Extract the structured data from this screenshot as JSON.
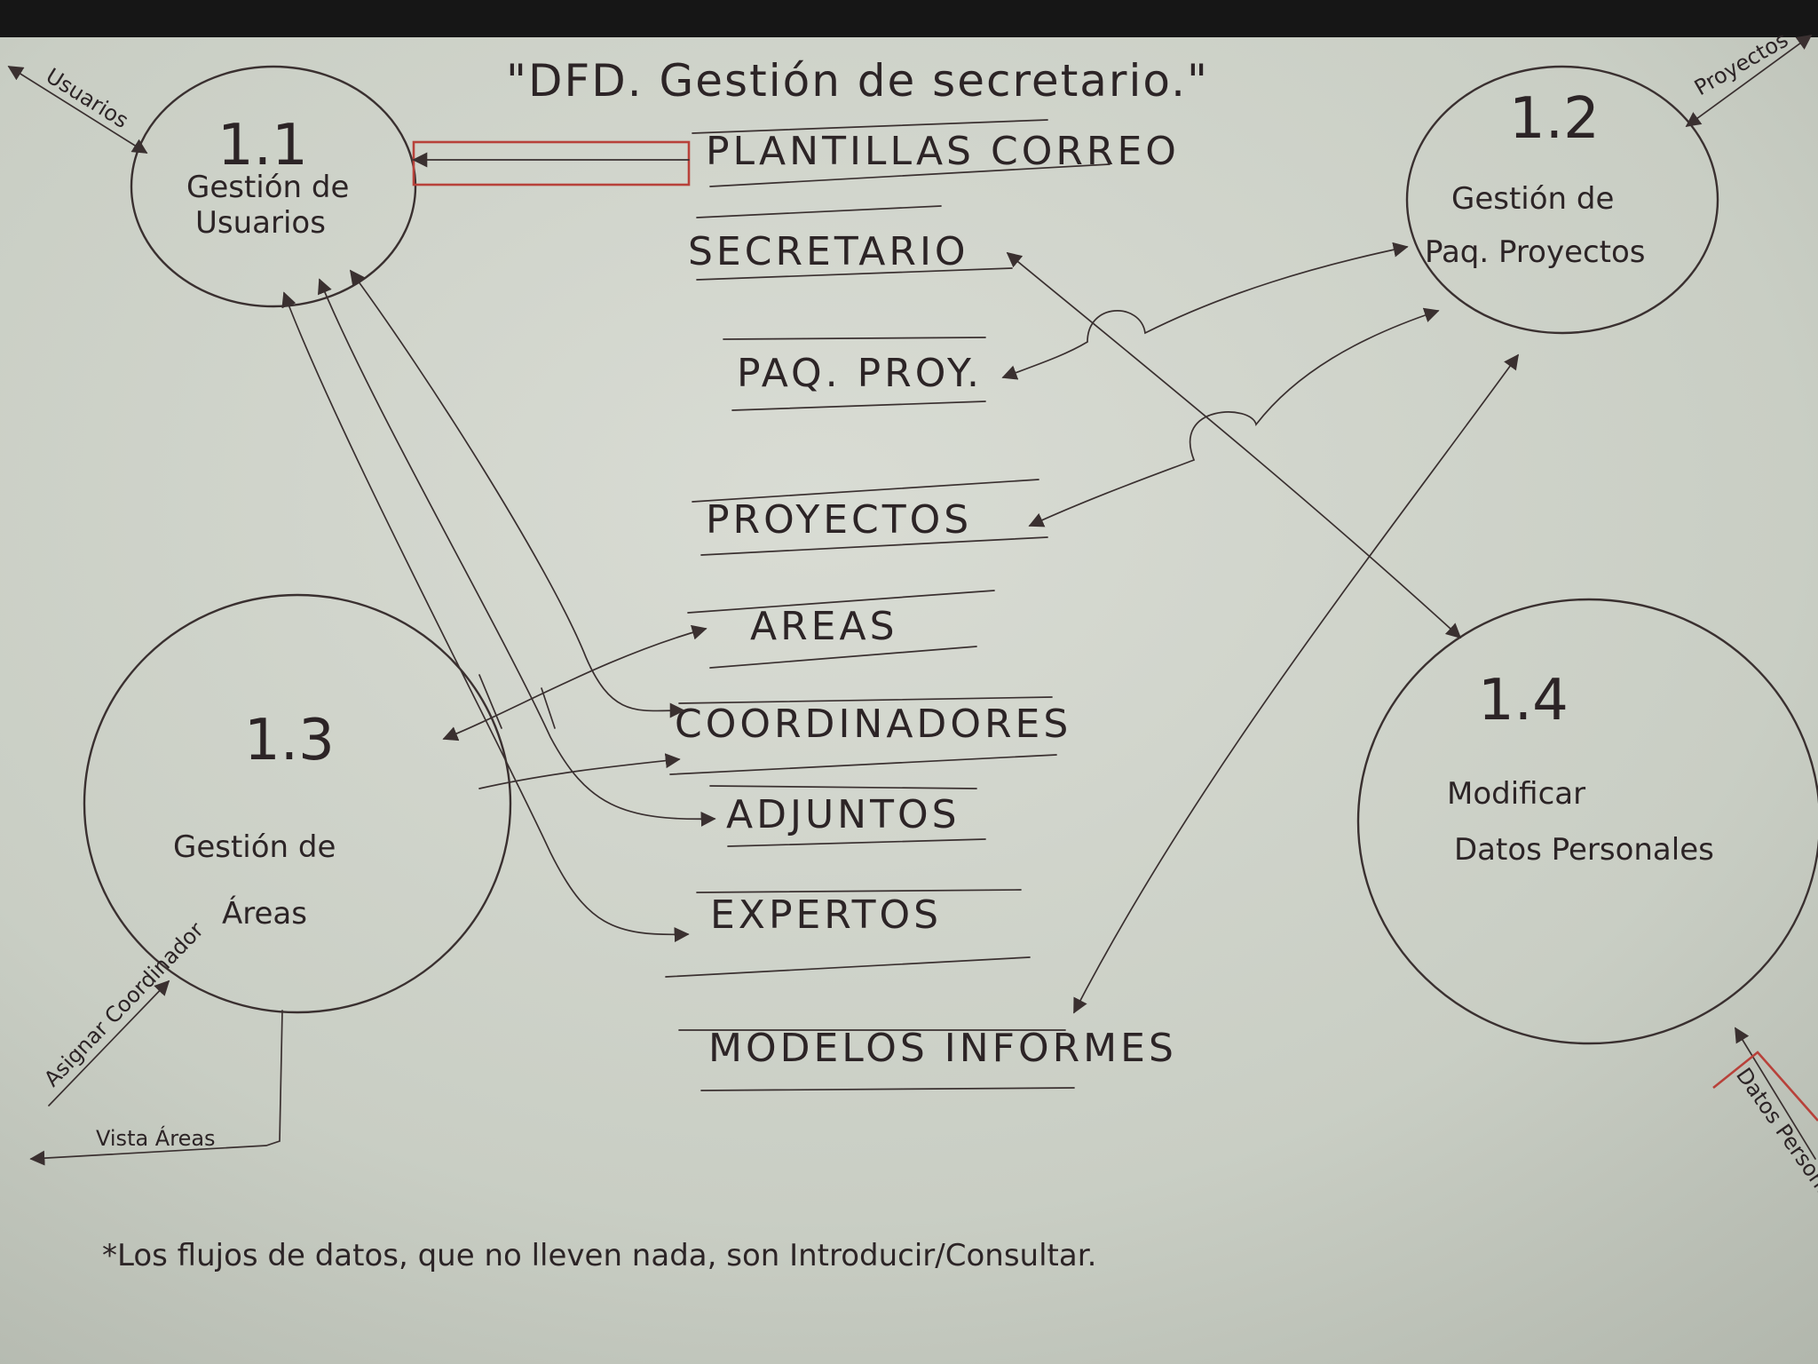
{
  "title": "\"DFD. Gestión de secretario.\"",
  "processes": [
    {
      "id": "p11",
      "number": "1.1",
      "lines": [
        "Gestión de",
        "Usuarios"
      ]
    },
    {
      "id": "p12",
      "number": "1.2",
      "lines": [
        "Gestión de",
        "Paq. Proyectos"
      ]
    },
    {
      "id": "p13",
      "number": "1.3",
      "lines": [
        "Gestión de",
        "Áreas"
      ]
    },
    {
      "id": "p14",
      "number": "1.4",
      "lines": [
        "Modificar",
        "Datos Personales"
      ]
    }
  ],
  "stores": [
    "PLANTILLAS CORREO",
    "SECRETARIO",
    "PAQ. PROY.",
    "PROYECTOS",
    "AREAS",
    "COORDINADORES",
    "ADJUNTOS",
    "EXPERTOS",
    "MODELOS INFORMES"
  ],
  "external_flows": {
    "usuarios": "Usuarios",
    "proyectos": "Proyectos",
    "asignar_coordinador": "Asignar Coordinador",
    "vista_areas": "Vista Áreas",
    "datos_personales": "Datos Personales"
  },
  "footnote": "*Los flujos de datos, que no lleven nada, son Introducir/Consultar.",
  "colors": {
    "board": "#cfd3ca",
    "ink": "#3a3030",
    "red_marker": "#b8413a"
  }
}
